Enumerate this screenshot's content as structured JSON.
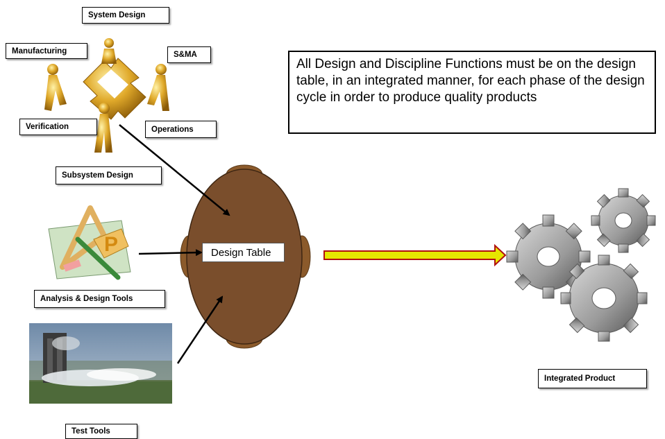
{
  "callout": {
    "text": "All Design and Discipline Functions must be on the design table, in an integrated manner, for each phase of the design cycle in order to produce quality products"
  },
  "table": {
    "label": "Design Table"
  },
  "team_labels": {
    "system_design": "System Design",
    "manufacturing": "Manufacturing",
    "sma": "S&MA",
    "verification": "Verification",
    "operations": "Operations",
    "subsystem_design": "Subsystem Design"
  },
  "tool_labels": {
    "analysis_design": "Analysis & Design Tools",
    "test": "Test Tools"
  },
  "product_label": "Integrated Product",
  "colors": {
    "table_fill": "#7a4e2c",
    "chair_fill": "#8b5a2b",
    "arrow_fill": "#e6e600",
    "arrow_stroke": "#b01010",
    "gold": "#d9a520",
    "gear": "#9a9a9a"
  }
}
